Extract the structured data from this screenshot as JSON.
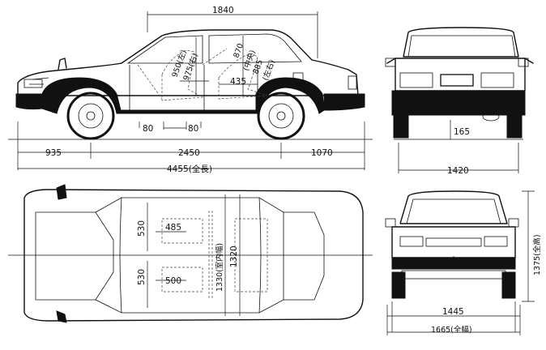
{
  "dimensions": {
    "roof_width": "1840",
    "side_view_headroom_front": "950(左)",
    "side_view_headroom_front_2": "975(右)",
    "side_view_headroom_rear": "870",
    "side_view_headroom_rear_mid": "(中央)",
    "side_view_headroom_rear_2": "885",
    "side_view_headroom_rear_3": "(左右)",
    "side_view_seat_435": "435",
    "floor_80_a": "80",
    "floor_80_b": "80",
    "front_overhang": "935",
    "wheelbase": "2450",
    "rear_overhang": "1070",
    "overall_length": "4455(全長)",
    "ground_clearance": "165",
    "rear_track": "1420",
    "top_seat_front_530": "530",
    "top_seat_485": "485",
    "top_seat_rear_530": "530",
    "top_seat_500": "500",
    "interior_width_1330": "1330(室内幅)",
    "interior_width_1320": "1320",
    "overall_height": "1375(全高)",
    "front_track": "1445",
    "overall_width": "1665(全幅)"
  }
}
